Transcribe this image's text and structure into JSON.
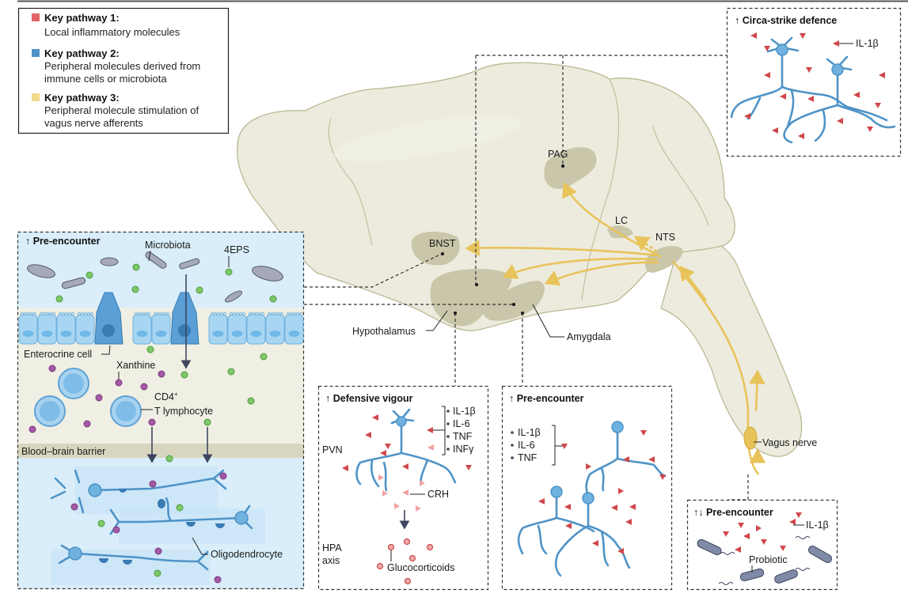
{
  "legend": {
    "items": [
      {
        "title": "Key pathway 1:",
        "desc_lines": [
          "Local inflammatory molecules"
        ],
        "color": "#e06666"
      },
      {
        "title": "Key pathway 2:",
        "desc_lines": [
          "Peripheral molecules derived from",
          "immune cells or microbiota"
        ],
        "color": "#4f93c7"
      },
      {
        "title": "Key pathway 3:",
        "desc_lines": [
          "Peripheral molecule stimulation of",
          "vagus nerve afferents"
        ],
        "color": "#f3d98a"
      }
    ]
  },
  "brain": {
    "regions": {
      "pag": "PAG",
      "lc": "LC",
      "nts": "NTS",
      "bnst": "BNST",
      "hypothalamus": "Hypothalamus",
      "amygdala": "Amygdala"
    },
    "vagus_label": "Vagus nerve"
  },
  "panels": {
    "circa_strike": {
      "title": "↑ Circa-strike defence",
      "molecule": "IL-1β"
    },
    "gut": {
      "title": "↑ Pre-encounter",
      "labels": {
        "microbiota": "Microbiota",
        "fourEPS": "4EPS",
        "enterocrine": "Enterocrine cell",
        "xanthine": "Xanthine",
        "cd4_line1": "CD4",
        "cd4_sup": "+",
        "cd4_line2": "T lymphocyte",
        "bbb": "Blood–brain barrier",
        "oligo": "Oligodendrocyte"
      }
    },
    "defensive_vigour": {
      "title": "↑ Defensive vigour",
      "cytokines": [
        "IL-1β",
        "IL-6",
        "TNF",
        "INFγ"
      ],
      "pvn": "PVN",
      "crh": "CRH",
      "hpa_line1": "HPA",
      "hpa_line2": "axis",
      "glucocorticoids": "Glucocorticoids"
    },
    "amygdala_pre": {
      "title": "↑ Pre-encounter",
      "cytokines": [
        "IL-1β",
        "IL-6",
        "TNF"
      ]
    },
    "vagal_pre": {
      "title": "↑↓ Pre-encounter",
      "molecule": "IL-1β",
      "probiotic": "Probiotic"
    }
  }
}
